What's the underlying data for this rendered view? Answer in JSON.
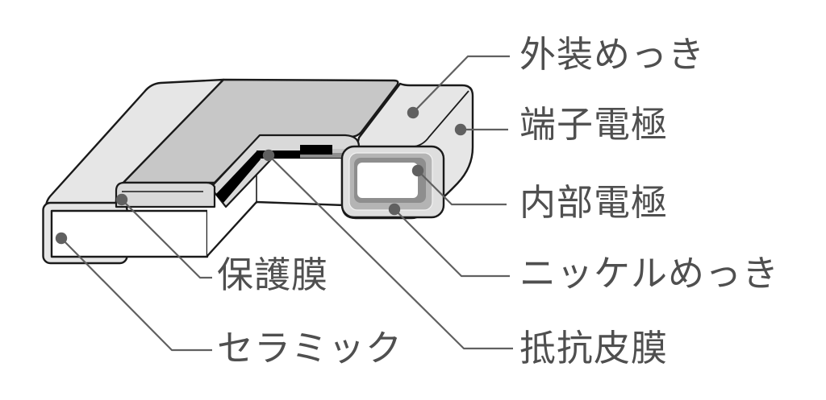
{
  "labels": {
    "exterior_plating": "外装めっき",
    "terminal_electrode": "端子電極",
    "internal_electrode": "内部電極",
    "nickel_plating": "ニッケルめっき",
    "resistive_film": "抵抗皮膜",
    "protective_film": "保護膜",
    "ceramic": "セラミック"
  },
  "colors": {
    "outline": "#1a1a1a",
    "leader": "#606060",
    "label_text": "#4f4f4f",
    "surface_light": "#e6e6e6",
    "surface_mid": "#c7c7c7",
    "band": "#d9d9d9",
    "plating_ring": "#dedede",
    "nickel": "#b4b4b4",
    "electrode": "#8e8e8e",
    "film_black": "#000000",
    "white": "#ffffff"
  }
}
